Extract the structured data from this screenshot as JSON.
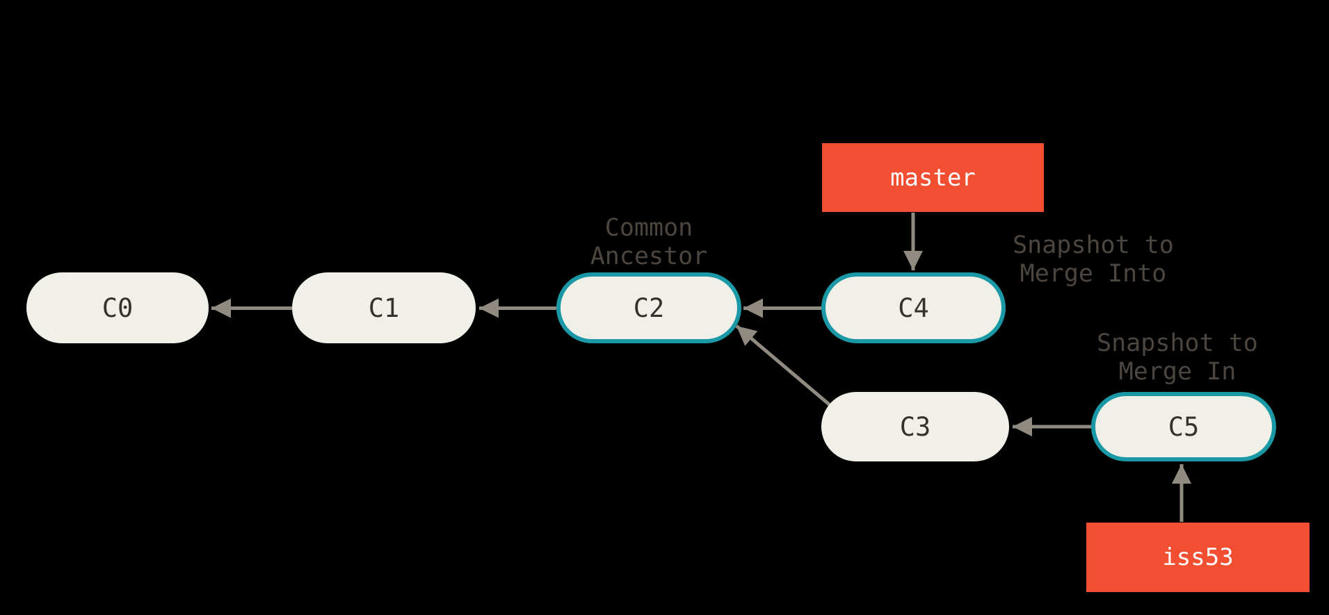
{
  "diagram": {
    "kind": "git-commit-graph",
    "nodes": [
      {
        "id": "c0",
        "label": "C0",
        "highlighted": false
      },
      {
        "id": "c1",
        "label": "C1",
        "highlighted": false
      },
      {
        "id": "c2",
        "label": "C2",
        "highlighted": true
      },
      {
        "id": "c3",
        "label": "C3",
        "highlighted": false
      },
      {
        "id": "c4",
        "label": "C4",
        "highlighted": true
      },
      {
        "id": "c5",
        "label": "C5",
        "highlighted": true
      }
    ],
    "edges": [
      {
        "from": "C1",
        "to": "C0"
      },
      {
        "from": "C2",
        "to": "C1"
      },
      {
        "from": "C4",
        "to": "C2"
      },
      {
        "from": "C3",
        "to": "C2"
      },
      {
        "from": "C5",
        "to": "C3"
      },
      {
        "from": "master",
        "to": "C4"
      },
      {
        "from": "iss53",
        "to": "C5"
      }
    ],
    "branches": [
      {
        "name": "master",
        "points_to": "C4"
      },
      {
        "name": "iss53",
        "points_to": "C5"
      }
    ],
    "annotations": [
      {
        "target": "C2",
        "lines": [
          "Common",
          "Ancestor"
        ]
      },
      {
        "target": "C4",
        "lines": [
          "Snapshot to",
          "Merge Into"
        ]
      },
      {
        "target": "C5",
        "lines": [
          "Snapshot to",
          "Merge In"
        ]
      }
    ],
    "colors": {
      "background": "#000000",
      "node_fill": "#F0EFE8",
      "node_border": "#1B98A6",
      "node_text": "#34322E",
      "branch_bg": "#F14E32",
      "branch_text": "#FFFFFF",
      "arrow": "#918A81",
      "annotation_text": "#4C463F"
    }
  }
}
